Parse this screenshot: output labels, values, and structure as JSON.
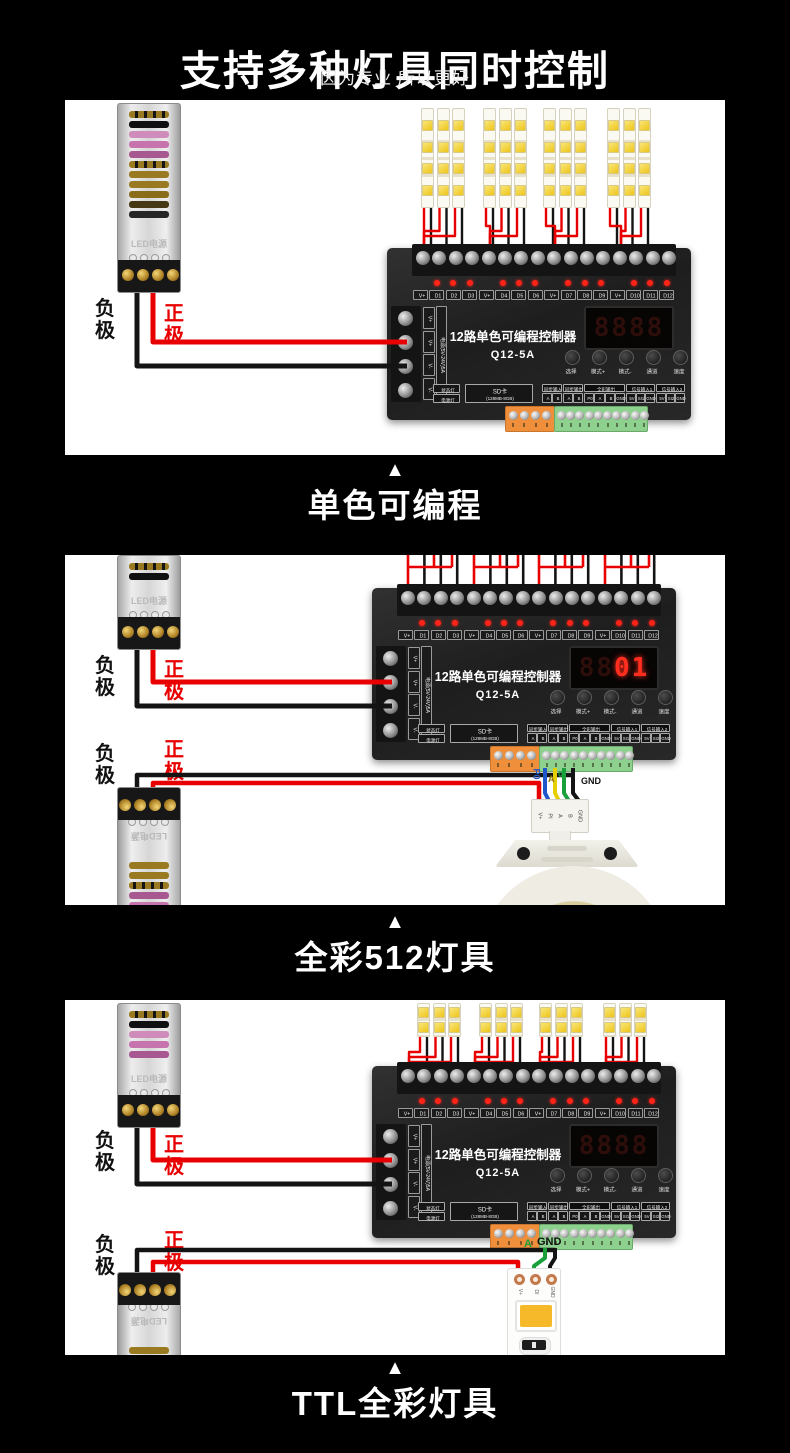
{
  "page": {
    "title": "支持多种灯具同时控制",
    "subtitle": "因为专业 所以更好",
    "marker": "▲"
  },
  "sections": [
    {
      "caption": "单色可编程"
    },
    {
      "caption": "全彩512灯具"
    },
    {
      "caption": "TTL全彩灯具"
    }
  ],
  "psu": {
    "brand": "LED电源",
    "negative": "负极",
    "positive": "正极"
  },
  "controller": {
    "title": "12路单色可编程控制器",
    "model": "Q12-5A",
    "channels": [
      "V+",
      "D1",
      "D2",
      "D3",
      "V+",
      "D4",
      "D5",
      "D6",
      "V+",
      "D7",
      "D8",
      "D9",
      "V+",
      "D10",
      "D11",
      "D12"
    ],
    "power_pins": [
      "V+",
      "V+",
      "V-",
      "V-"
    ],
    "power_note": "电源(5V-24V)5A",
    "buttons": [
      "选择",
      "模式+",
      "模式-",
      "通道",
      "速度"
    ],
    "status_lights": [
      "状态灯",
      "电源灯"
    ],
    "sd": {
      "line1": "SD卡",
      "line2": "(128MB-8GB)"
    },
    "io_groups": [
      {
        "name": "同步输入",
        "pins": [
          "A",
          "B"
        ]
      },
      {
        "name": "同步输出",
        "pins": [
          "A",
          "B"
        ]
      },
      {
        "name": "全彩输出",
        "pins": [
          "P0",
          "A",
          "B",
          "GND"
        ]
      },
      {
        "name": "信号输入1",
        "pins": [
          "5V",
          "SI1",
          "GND"
        ]
      },
      {
        "name": "信号输入2",
        "pins": [
          "5V",
          "SI2",
          "GND"
        ]
      }
    ],
    "displays": [
      {
        "digits": [
          "8",
          "8",
          "8",
          "8"
        ],
        "bright": [
          false,
          false,
          false,
          false
        ]
      },
      {
        "digits": [
          "8",
          "8",
          "0",
          "1"
        ],
        "bright": [
          false,
          false,
          true,
          true
        ]
      },
      {
        "digits": [
          "8",
          "8",
          "8",
          "8"
        ],
        "bright": [
          false,
          false,
          false,
          false
        ]
      }
    ]
  },
  "panel2": {
    "wire_labels": [
      "P0",
      "A",
      "B",
      "GND"
    ],
    "connector_pins": [
      "V+",
      "PI",
      "A",
      "B",
      "GND"
    ]
  },
  "panel3": {
    "wire_labels": [
      "A",
      "GND"
    ],
    "strip_pads": [
      "V+",
      "DI",
      "GND"
    ]
  },
  "colors": {
    "wire_red": "#e80000",
    "wire_black": "#141414",
    "wire_blue": "#1f56cc",
    "wire_yellow": "#e6cf00",
    "wire_green": "#19a03a",
    "led_red": "#ff2318",
    "display_on": "#ff2e1e",
    "display_ghost": "rgba(255,70,50,0.16)",
    "orange_terminal": "#ef8f3c",
    "green_terminal": "#8ed08e",
    "psu_slots": [
      {
        "c": "#9a7a20",
        "seg": true
      },
      {
        "c": "#101010",
        "seg": false
      },
      {
        "c": "#cf8cba",
        "seg": false
      },
      {
        "c": "#c673ae",
        "seg": false
      },
      {
        "c": "#a85890",
        "seg": false
      },
      {
        "c": "#9a7a20",
        "seg": true
      },
      {
        "c": "#9a7a20",
        "seg": false
      },
      {
        "c": "#9a7a20",
        "seg": false
      },
      {
        "c": "#8a6d1a",
        "seg": false
      },
      {
        "c": "#453812",
        "seg": false
      },
      {
        "c": "#262626",
        "seg": false
      }
    ]
  }
}
